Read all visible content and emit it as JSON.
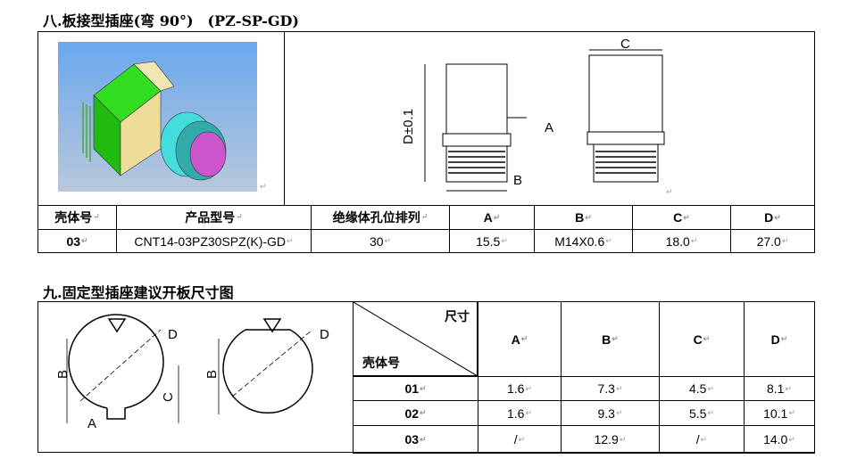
{
  "section8": {
    "title": "八.板接型插座(弯 90°)　(PZ-SP-GD)",
    "drawing_labels": {
      "d_tol": "D±0.1",
      "a": "A",
      "b": "B",
      "c": "C"
    },
    "headers": [
      "壳体号",
      "产品型号",
      "绝缘体孔位排列",
      "A",
      "B",
      "C",
      "D"
    ],
    "row": [
      "03",
      "CNT14-03PZ30SPZ(K)-GD",
      "30",
      "15.5",
      "M14X0.6",
      "18.0",
      "27.0"
    ]
  },
  "section9": {
    "title": "九.固定型插座建议开板尺寸图",
    "drawing_labels": {
      "a": "A",
      "b": "B",
      "c": "C",
      "d": "D"
    },
    "corner_top": "尺寸",
    "corner_bottom": "壳体号",
    "headers": [
      "A",
      "B",
      "C",
      "D"
    ],
    "rows": [
      [
        "01",
        "1.6",
        "7.3",
        "4.5",
        "8.1"
      ],
      [
        "02",
        "1.6",
        "9.3",
        "5.5",
        "10.1"
      ],
      [
        "03",
        "/",
        "12.9",
        "/",
        "14.0"
      ]
    ]
  }
}
